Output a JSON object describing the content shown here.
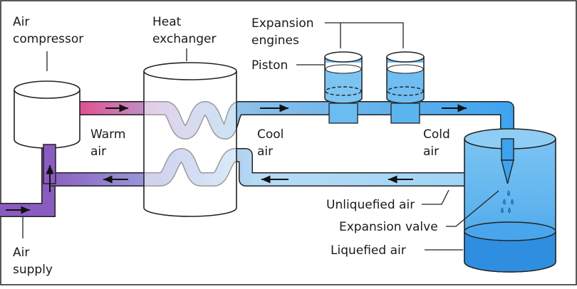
{
  "colors": {
    "warm": "#e0508f",
    "purple": "#8a5cc0",
    "cool": "#74bde8",
    "cold": "#46aaf0",
    "liquid": "#2f8ee0",
    "outline": "#222222"
  },
  "labels": {
    "air_compressor": [
      "Air",
      "compressor"
    ],
    "heat_exchanger": [
      "Heat",
      "exchanger"
    ],
    "expansion_engines": [
      "Expansion",
      "engines"
    ],
    "piston": "Piston",
    "warm_air": [
      "Warm",
      "air"
    ],
    "cool_air": [
      "Cool",
      "air"
    ],
    "cold_air": [
      "Cold",
      "air"
    ],
    "air_supply": [
      "Air",
      "supply"
    ],
    "unliquefied_air": "Unliquefied air",
    "expansion_valve": "Expansion valve",
    "liquefied_air": "Liquefied air"
  }
}
